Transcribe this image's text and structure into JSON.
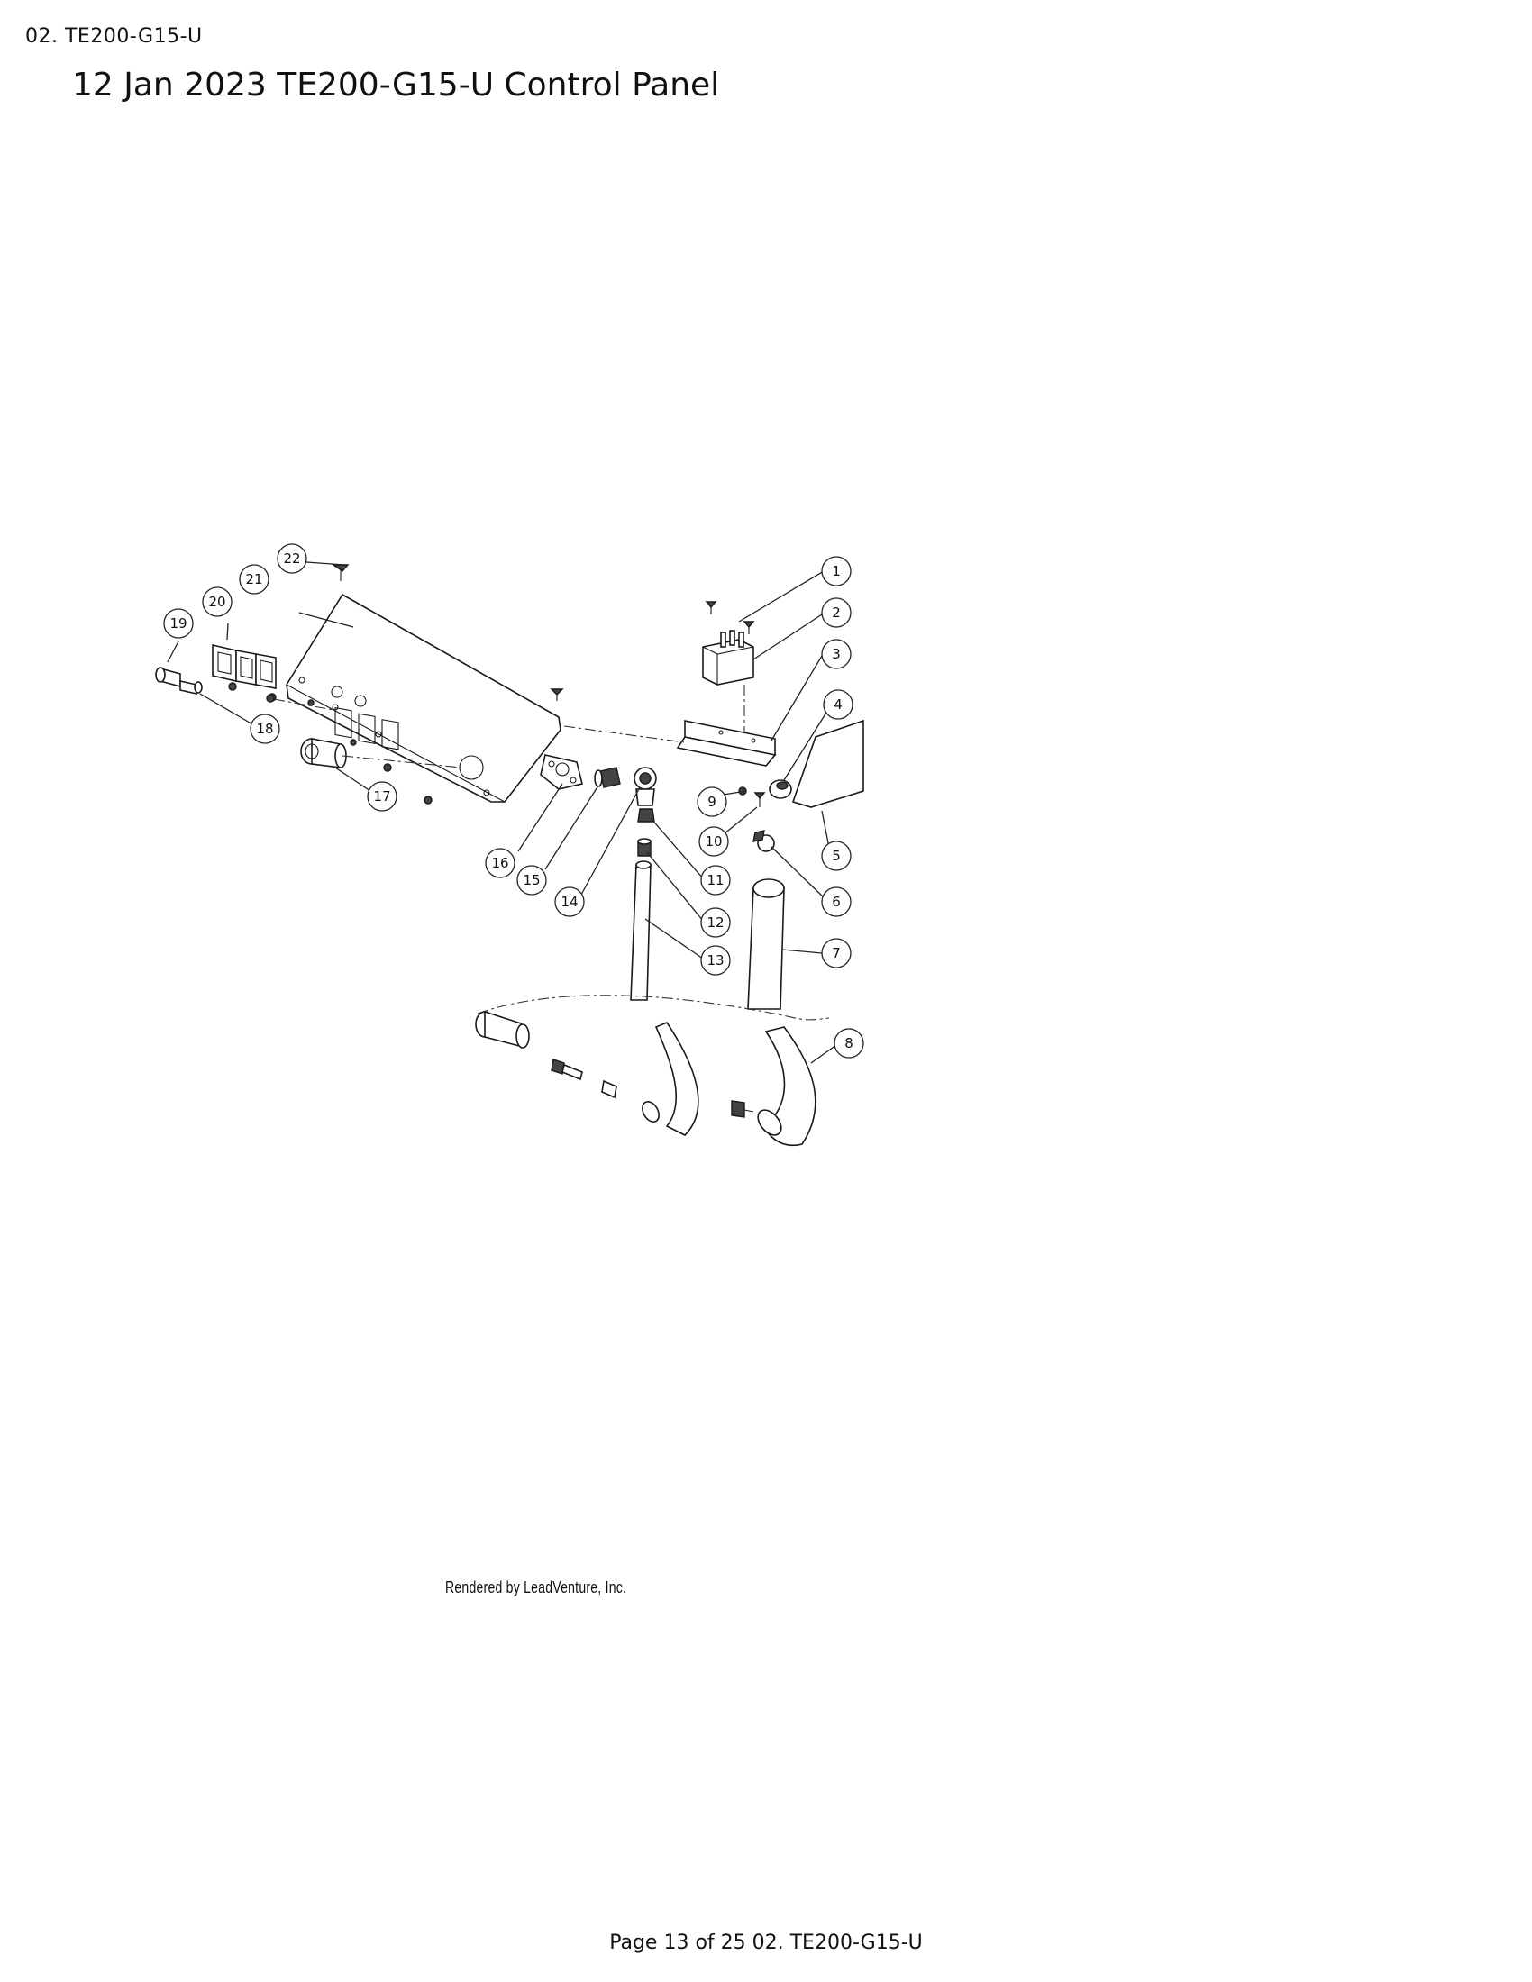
{
  "header": {
    "section_label": "02. TE200-G15-U"
  },
  "page": {
    "title": "12 Jan 2023 TE200-G15-U Control Panel",
    "rendered_by": "Rendered by LeadVenture, Inc.",
    "footer": "Page 13 of 25 02. TE200-G15-U"
  },
  "callouts": [
    "1",
    "2",
    "3",
    "4",
    "5",
    "6",
    "7",
    "8",
    "9",
    "10",
    "11",
    "12",
    "13",
    "14",
    "15",
    "16",
    "17",
    "18",
    "19",
    "20",
    "21",
    "22"
  ]
}
